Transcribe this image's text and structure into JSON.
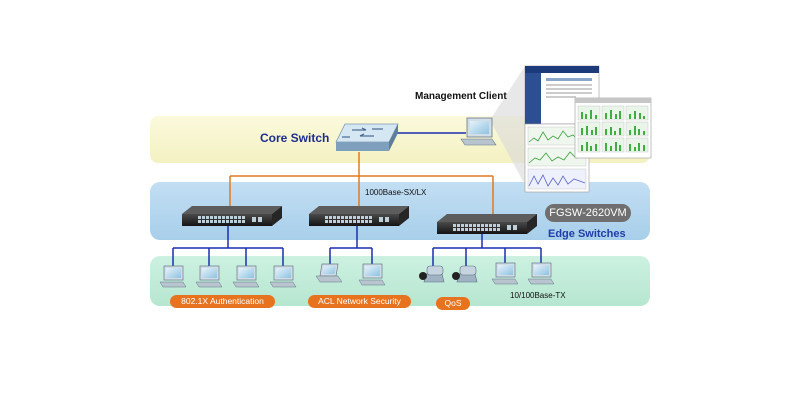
{
  "labels": {
    "core_switch": "Core Switch",
    "management_client": "Management Client",
    "fiber_link": "1000Base-SX/LX",
    "edge_switches": "Edge Switches",
    "model": "FGSW-2620VM",
    "copper_link": "10/100Base-TX"
  },
  "features": [
    "802.1X Authentication",
    "ACL Network Security",
    "QoS"
  ],
  "colors": {
    "core_band": "#f8f6cf",
    "edge_band": "#b4d6ee",
    "access_band": "#c2ecd9",
    "uplink": "#e07a22",
    "lan": "#1b2fb0",
    "pill": "#e8731f"
  }
}
